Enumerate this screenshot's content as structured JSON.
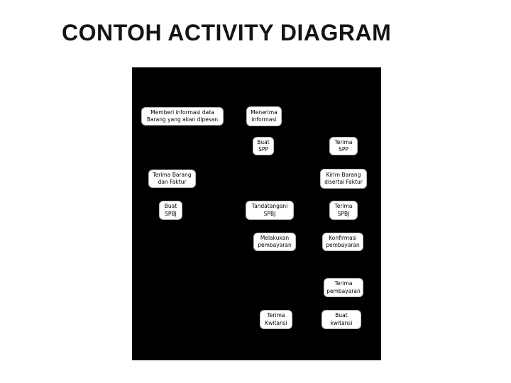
{
  "slide": {
    "title": "CONTOH ACTIVITY DIAGRAM",
    "background_color": "#ffffff",
    "title_color": "#141414"
  },
  "diagram": {
    "type": "activity-diagram",
    "canvas_color": "#000000",
    "node_fill_color": "#ffffff",
    "node_text_color": "#000000",
    "nodes": [
      {
        "id": "memberi-informasi",
        "label": "Memberi informasi data\nBarang yang akan dipesan"
      },
      {
        "id": "menerima-informasi",
        "label": "Menerima\ninformasi"
      },
      {
        "id": "buat-spp",
        "label": "Buat\nSPP"
      },
      {
        "id": "terima-spp",
        "label": "Terima\nSPP"
      },
      {
        "id": "terima-barang-dan-faktur",
        "label": "Terima Barang\ndan Faktur"
      },
      {
        "id": "kirim-barang-disertai-faktur",
        "label": "Kirim Barang\ndisertai Faktur"
      },
      {
        "id": "buat-spbj",
        "label": "Buat\nSPBJ"
      },
      {
        "id": "tandatangani-spbj",
        "label": "Tandatangani\nSPBJ"
      },
      {
        "id": "terima-spbj",
        "label": "Terima\nSPBJ"
      },
      {
        "id": "melakukan-pembayaran",
        "label": "Melakukan\npembayaran"
      },
      {
        "id": "konfirmasi-pembayaran",
        "label": "Konfirmasi\npembayaran"
      },
      {
        "id": "terima-pembayaran",
        "label": "Terima\npembayaran"
      },
      {
        "id": "terima-kwitansi",
        "label": "Terima\nKwitansi"
      },
      {
        "id": "buat-kwitansi",
        "label": "Buat\nkwitansi"
      }
    ]
  }
}
